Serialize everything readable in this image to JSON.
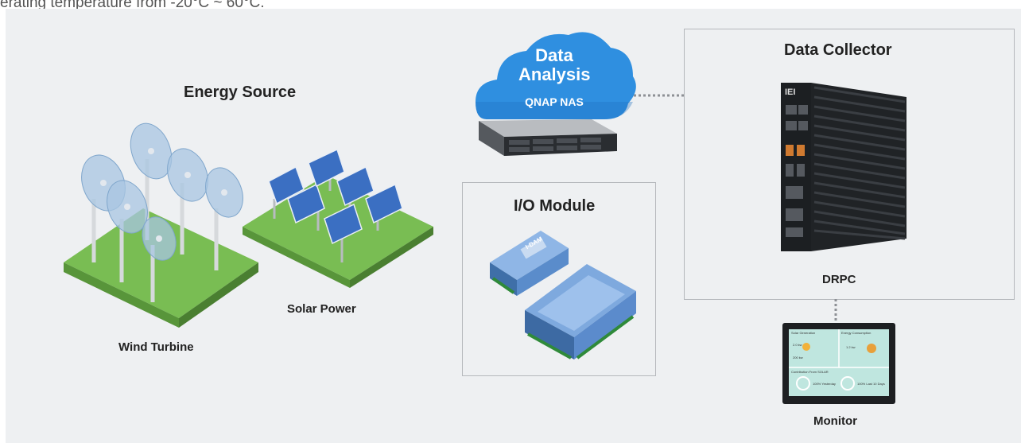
{
  "top_text": "erating temperature from -20°C ~ 60°C.",
  "energy_source": {
    "title": "Energy Source",
    "wind_label": "Wind Turbine",
    "solar_label": "Solar Power"
  },
  "data_analysis": {
    "line1": "Data",
    "line2": "Analysis",
    "nas_label": "QNAP NAS"
  },
  "io_module": {
    "title": "I/O Module",
    "device_brand": "I-DAM"
  },
  "data_collector": {
    "title": "Data Collector",
    "device_label": "DRPC",
    "device_brand": "IEI"
  },
  "monitor": {
    "label": "Monitor",
    "screen": {
      "panel_a_title": "Solar Generation",
      "panel_b_title": "Energy Consumption",
      "value_a1": "2.0 kw",
      "value_a2": "200 kw",
      "value_b1": "1.2 kw",
      "footer_title": "Contribution From SOLAR",
      "gauge_a": "100% Yesterday",
      "gauge_b": "100% Last 10 Days"
    }
  },
  "colors": {
    "panel_bg": "#eef0f2",
    "cloud_blue": "#2f8fe0",
    "grass_green": "#6fb64a",
    "module_blue": "#6c9ed9",
    "device_dark": "#202326"
  }
}
